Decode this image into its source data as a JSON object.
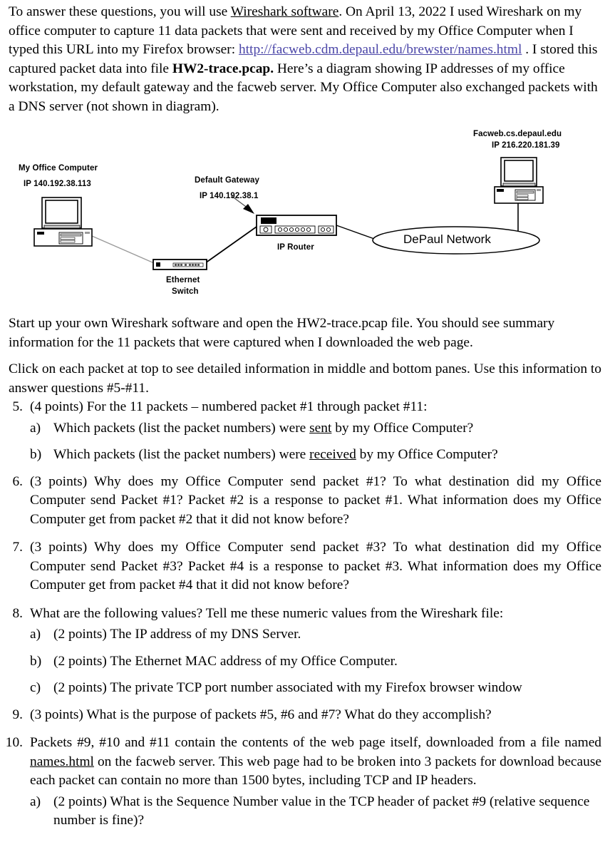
{
  "document": {
    "intro": {
      "seg1": "To answer these questions, you will use ",
      "seg2_underlined": "Wireshark software",
      "seg3": ".    On April 13, 2022 I used Wireshark on my office computer to capture 11 data packets that were sent and received by my Office Computer when I typed this URL into my Firefox browser: ",
      "url": "http://facweb.cdm.depaul.edu/brewster/names.html",
      "seg4": " .   I stored this captured packet data into file ",
      "filename_bold": "HW2-trace.pcap.",
      "seg5": "  Here’s a diagram showing IP addresses of my office workstation, my default gateway and the facweb server.   My Office Computer also exchanged packets with a DNS server (not shown in diagram)."
    },
    "paragraphs": {
      "start": "Start up your own Wireshark software and open the HW2-trace.pcap file.  You should see summary information for the 11 packets that were captured when I downloaded the web page.",
      "click": "Click on each packet at top to see detailed information in middle and bottom panes.   Use this information to answer questions #5-#11."
    },
    "diagram": {
      "office_computer": {
        "name": "My Office Computer",
        "ip": "IP 140.192.38.113"
      },
      "default_gateway": {
        "name": "Default Gateway",
        "ip": "IP 140.192.38.1"
      },
      "router_label": "IP Router",
      "switch_label_line1": "Ethernet",
      "switch_label_line2": "Switch",
      "cloud_label": "DePaul Network",
      "server": {
        "name": "Facweb.cs.depaul.edu",
        "ip": "IP 216.220.181.39"
      },
      "colors": {
        "line_black": "#000000",
        "line_gray": "#9a9a9a",
        "fill_white": "#ffffff",
        "fill_black": "#000000"
      }
    },
    "questions": [
      {
        "marker": "5.",
        "text": "(4 points)  For the 11 packets – numbered packet #1 through packet #11:",
        "subs": [
          {
            "marker": "a)",
            "pre": "Which packets (list the packet numbers) were ",
            "underlined": "sent",
            "post": " by my Office Computer?"
          },
          {
            "marker": "b)",
            "pre": "Which packets (list the packet numbers) were ",
            "underlined": "received",
            "post": " by my Office Computer?"
          }
        ]
      },
      {
        "marker": "6.",
        "text": "(3 points) Why does my Office Computer send packet #1?  To what destination did my Office Computer send Packet #1?  Packet #2 is a response to packet #1.  What information does my Office Computer get from packet #2 that it did not know before?",
        "subs": []
      },
      {
        "marker": "7.",
        "text": "(3 points) Why does my Office Computer send packet #3?  To what destination did my Office Computer send Packet #3?  Packet #4 is a response to packet #3.  What information does my Office Computer get from packet #4 that it did not know before?",
        "subs": []
      },
      {
        "marker": "8.",
        "text": "What are the following values?  Tell me these numeric values from the Wireshark file:",
        "subs": [
          {
            "marker": "a)",
            "pre": "(2 points) The IP address of my DNS Server.",
            "underlined": "",
            "post": ""
          },
          {
            "marker": "b)",
            "pre": "(2 points) The Ethernet MAC address of my Office Computer.",
            "underlined": "",
            "post": ""
          },
          {
            "marker": "c)",
            "pre": "(2 points) The private TCP port number associated with my Firefox browser window",
            "underlined": "",
            "post": ""
          }
        ]
      },
      {
        "marker": "9.",
        "text": "(3 points) What is the purpose of packets #5, #6 and #7?  What do they accomplish?",
        "subs": []
      },
      {
        "marker": "10.",
        "text_pre": "Packets #9, #10 and #11 contain the contents of the web page itself, downloaded from a file named ",
        "text_underlined": "names.html",
        "text_post": " on the facweb server.  This web page had to be broken into 3 packets for download because each packet can contain no more than 1500 bytes, including TCP and IP headers.",
        "subs": [
          {
            "marker": "a)",
            "pre": "(2 points) What is the Sequence Number value in the TCP header of packet #9 (relative sequence number is fine)?",
            "underlined": "",
            "post": ""
          }
        ]
      }
    ]
  }
}
